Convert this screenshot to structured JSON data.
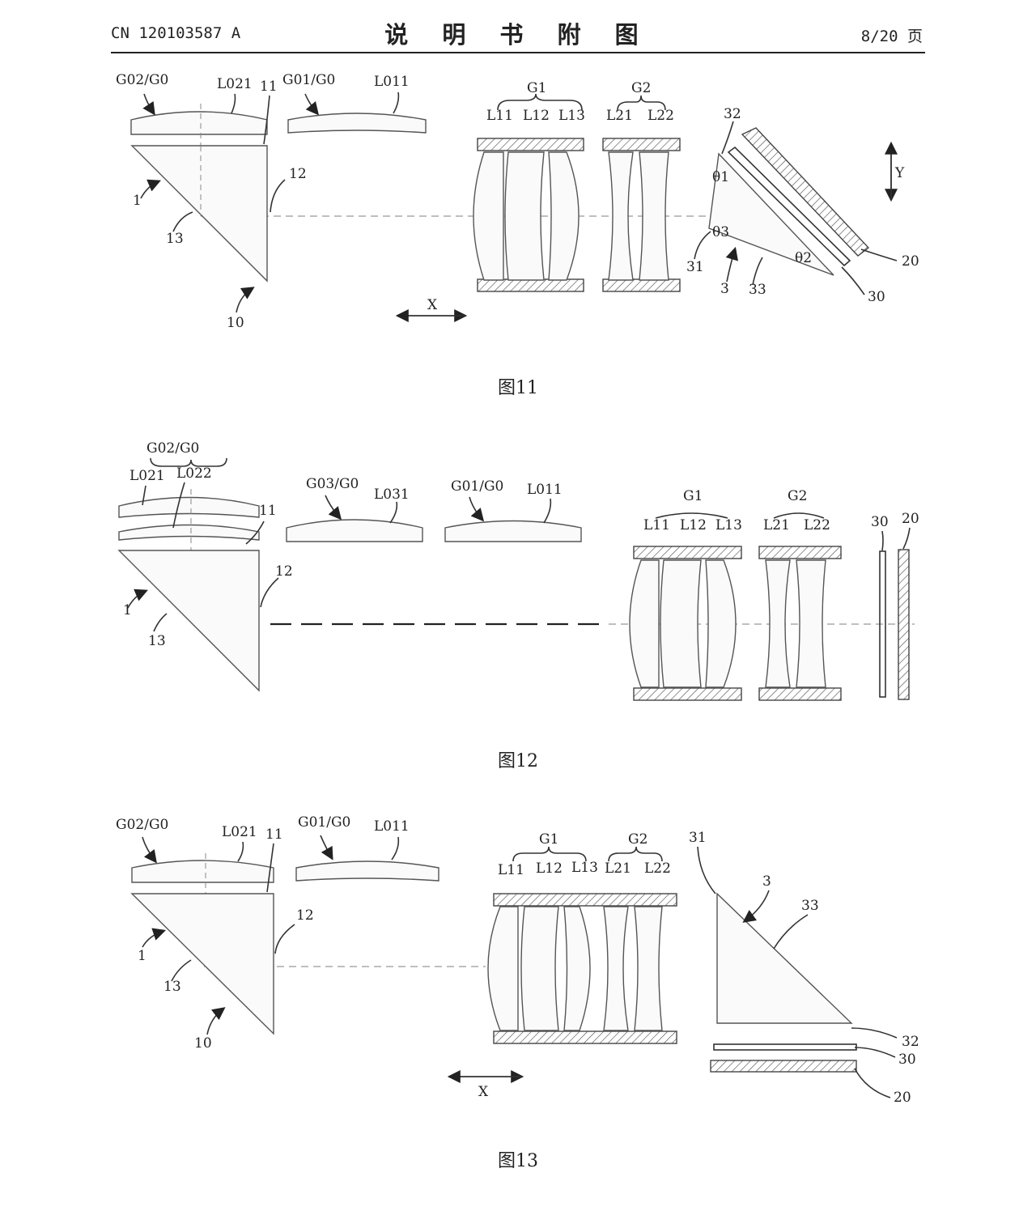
{
  "header": {
    "left": "CN 120103587 A",
    "center": "说 明 书 附 图",
    "right": "8/20 页"
  },
  "figures": [
    {
      "caption": "图11",
      "labels": {
        "g02_g0": "G02/G0",
        "l021": "L021",
        "n11": "11",
        "g01_g0": "G01/G0",
        "l011": "L011",
        "n12": "12",
        "n1": "1",
        "n13": "13",
        "n10": "10",
        "g1": "G1",
        "l11": "L11",
        "l12": "L12",
        "l13": "L13",
        "g2": "G2",
        "l21": "L21",
        "l22": "L22",
        "n32": "32",
        "theta1": "θ1",
        "theta3": "θ3",
        "theta2": "θ2",
        "n31": "31",
        "n3": "3",
        "n33": "33",
        "n30": "30",
        "n20": "20",
        "axis_x": "X",
        "axis_y": "Y"
      }
    },
    {
      "caption": "图12",
      "labels": {
        "g02_g0": "G02/G0",
        "l021": "L021",
        "l022": "L022",
        "n11": "11",
        "g03_g0": "G03/G0",
        "l031": "L031",
        "g01_g0": "G01/G0",
        "l011": "L011",
        "n12": "12",
        "n1": "1",
        "n13": "13",
        "g1": "G1",
        "l11": "L11",
        "l12": "L12",
        "l13": "L13",
        "g2": "G2",
        "l21": "L21",
        "l22": "L22",
        "n30": "30",
        "n20": "20"
      }
    },
    {
      "caption": "图13",
      "labels": {
        "g02_g0": "G02/G0",
        "l021": "L021",
        "n11": "11",
        "g01_g0": "G01/G0",
        "l011": "L011",
        "n12": "12",
        "n1": "1",
        "n13": "13",
        "n10": "10",
        "g1": "G1",
        "g2": "G2",
        "l11": "L11",
        "l12": "L12",
        "l13": "L13",
        "l21": "L21",
        "l22": "L22",
        "n31": "31",
        "n3": "3",
        "n33": "33",
        "n32": "32",
        "n30": "30",
        "n20": "20",
        "axis_x": "X"
      }
    }
  ]
}
